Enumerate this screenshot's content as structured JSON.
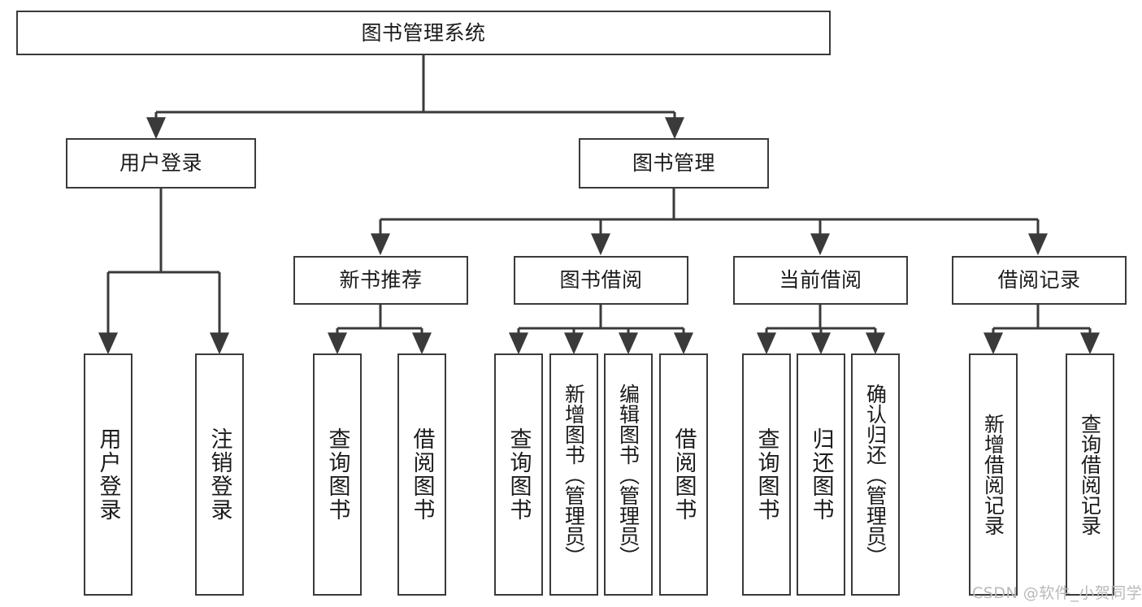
{
  "diagram": {
    "title": "图书管理系统",
    "type": "tree",
    "background": "#ffffff",
    "line_color": "#3a3a3a",
    "text_color": "#1b1b1b",
    "watermark": "CSDN @软件_小贺同学",
    "watermark_color": "#b9b9b9"
  },
  "nodes": {
    "root": {
      "label": "图书管理系统"
    },
    "level2": [
      {
        "id": "user-login",
        "label": "用户登录"
      },
      {
        "id": "book-manage",
        "label": "图书管理"
      }
    ],
    "level3": [
      {
        "id": "new-book-rec",
        "label": "新书推荐"
      },
      {
        "id": "book-borrow",
        "label": "图书借阅"
      },
      {
        "id": "current-borrow",
        "label": "当前借阅"
      },
      {
        "id": "borrow-record",
        "label": "借阅记录"
      }
    ],
    "leaves": {
      "user_login": [
        {
          "id": "leaf-user-login",
          "label": "用户登录"
        },
        {
          "id": "leaf-user-logout",
          "label": "注销登录"
        }
      ],
      "new_book_rec": [
        {
          "id": "leaf-query-book-1",
          "label": "查询图书"
        },
        {
          "id": "leaf-borrow-book-1",
          "label": "借阅图书"
        }
      ],
      "book_borrow": [
        {
          "id": "leaf-query-book-2",
          "label": "查询图书"
        },
        {
          "id": "leaf-add-book",
          "label": "新增图书（管理员）"
        },
        {
          "id": "leaf-edit-book",
          "label": "编辑图书（管理员）"
        },
        {
          "id": "leaf-borrow-book-2",
          "label": "借阅图书"
        }
      ],
      "current_borrow": [
        {
          "id": "leaf-query-book-3",
          "label": "查询图书"
        },
        {
          "id": "leaf-return-book",
          "label": "归还图书"
        },
        {
          "id": "leaf-confirm-return",
          "label": "确认归还（管理员）"
        }
      ],
      "borrow_record": [
        {
          "id": "leaf-add-record",
          "label": "新增借阅记录"
        },
        {
          "id": "leaf-query-record",
          "label": "查询借阅记录"
        }
      ]
    }
  }
}
